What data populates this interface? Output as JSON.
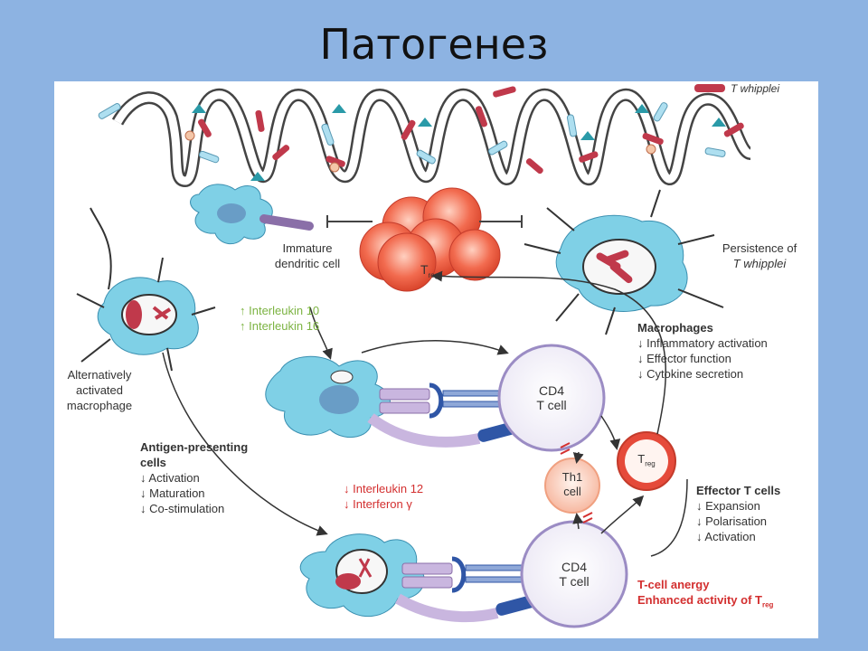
{
  "slide": {
    "title": "Патогенез"
  },
  "figure": {
    "legend": {
      "bacterium_label": "T whipplei"
    },
    "treg_cluster": {
      "label_main": "T",
      "label_sub": "reg"
    },
    "immature_dc": {
      "line1": "Immature",
      "line2": "dendritic cell"
    },
    "persistence": {
      "line1": "Persistence of",
      "line2": "T whipplei"
    },
    "interleukins_up": {
      "line1": "↑ Interleukin 10",
      "line2": "↑ Interleukin 16"
    },
    "macrophages": {
      "title": "Macrophages",
      "items": [
        "↓ Inflammatory activation",
        "↓ Effector function",
        "↓ Cytokine secretion"
      ]
    },
    "alt_macrophage": {
      "line1": "Alternatively",
      "line2": "activated",
      "line3": "macrophage"
    },
    "apc": {
      "title_line1": "Antigen-presenting",
      "title_line2": "cells",
      "items": [
        "↓ Activation",
        "↓ Maturation",
        "↓ Co-stimulation"
      ]
    },
    "cd4_top": {
      "line1": "CD4",
      "line2": "T cell"
    },
    "cd4_bottom": {
      "line1": "CD4",
      "line2": "T cell"
    },
    "th1": {
      "line1": "Th1",
      "line2": "cell"
    },
    "treg_small": {
      "label_main": "T",
      "label_sub": "reg"
    },
    "interleukins_down": {
      "line1": "↓ Interleukin 12",
      "line2": "↓ Interferon γ"
    },
    "effector": {
      "title": "Effector T cells",
      "items": [
        "↓ Expansion",
        "↓ Polarisation",
        "↓ Activation"
      ]
    },
    "anergy": {
      "line1": "T-cell anergy",
      "line2_main": "Enhanced activity of T",
      "line2_sub": "reg"
    }
  }
}
